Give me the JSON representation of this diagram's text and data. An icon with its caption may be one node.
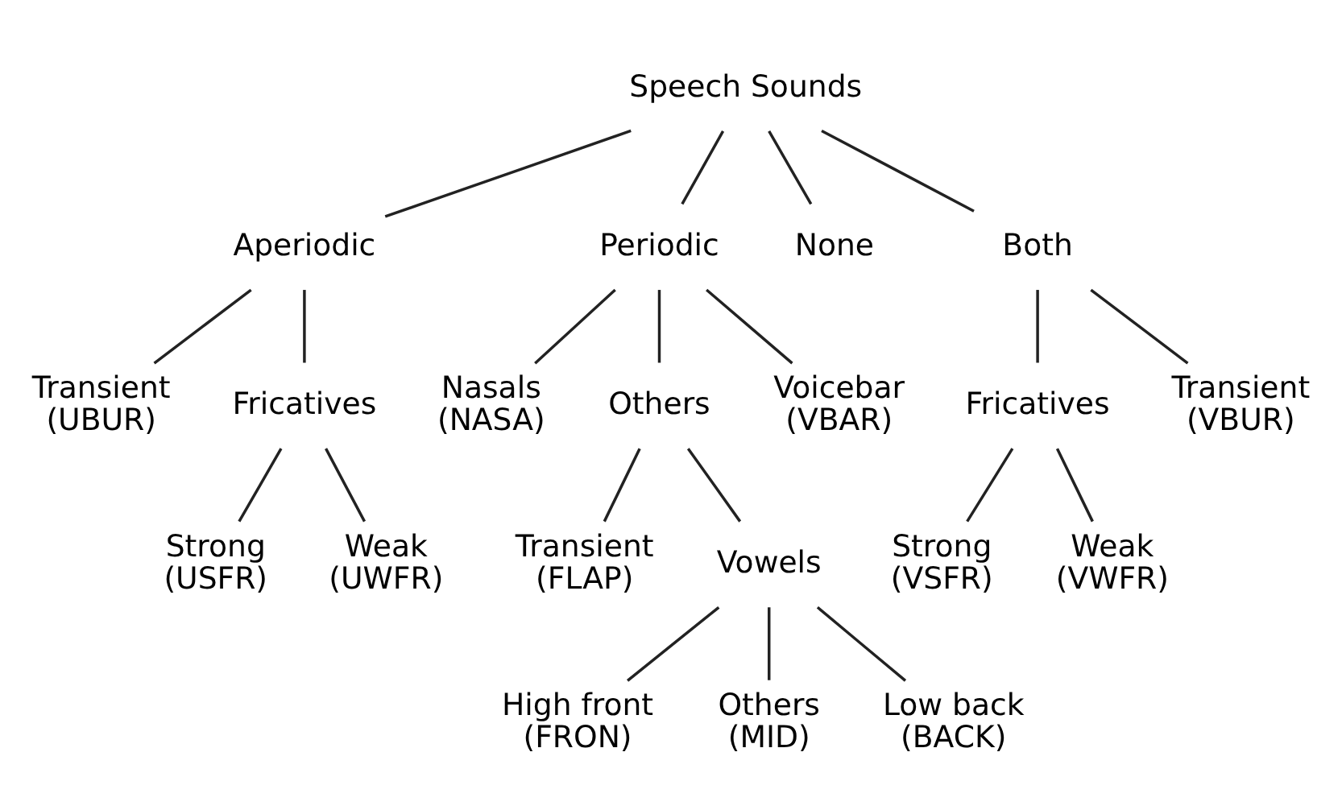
{
  "diagram": {
    "nodes": [
      {
        "text": [
          "Speech Sounds"
        ]
      },
      {
        "text": [
          "Aperiodic"
        ]
      },
      {
        "text": [
          "Periodic"
        ]
      },
      {
        "text": [
          "None"
        ]
      },
      {
        "text": [
          "Both"
        ]
      },
      {
        "text": [
          "Transient",
          "(UBUR)"
        ]
      },
      {
        "text": [
          "Fricatives"
        ]
      },
      {
        "text": [
          "Strong",
          "(USFR)"
        ]
      },
      {
        "text": [
          "Weak",
          "(UWFR)"
        ]
      },
      {
        "text": [
          "Nasals",
          "(NASA)"
        ]
      },
      {
        "text": [
          "Others"
        ]
      },
      {
        "text": [
          "Voicebar",
          "(VBAR)"
        ]
      },
      {
        "text": [
          "Transient",
          "(FLAP)"
        ]
      },
      {
        "text": [
          "Vowels"
        ]
      },
      {
        "text": [
          "High front",
          "(FRON)"
        ]
      },
      {
        "text": [
          "Others",
          "(MID)"
        ]
      },
      {
        "text": [
          "Low back",
          "(BACK)"
        ]
      },
      {
        "text": [
          "Fricatives"
        ]
      },
      {
        "text": [
          "Transient",
          "(VBUR)"
        ]
      },
      {
        "text": [
          "Strong",
          "(VSFR)"
        ]
      },
      {
        "text": [
          "Weak",
          "(VWFR)"
        ]
      }
    ],
    "edges": [
      {
        "from": 0,
        "to": 1,
        "arrow": "none"
      },
      {
        "from": 0,
        "to": 2,
        "arrow": "none"
      },
      {
        "from": 0,
        "to": 3,
        "arrow": "none"
      },
      {
        "from": 0,
        "to": 4,
        "arrow": "none"
      },
      {
        "from": 1,
        "to": 5,
        "arrow": "none"
      },
      {
        "from": 1,
        "to": 6,
        "arrow": "none"
      },
      {
        "from": 6,
        "to": 7,
        "arrow": "none"
      },
      {
        "from": 6,
        "to": 8,
        "arrow": "none"
      },
      {
        "from": 2,
        "to": 9,
        "arrow": "none"
      },
      {
        "from": 2,
        "to": 10,
        "arrow": "none"
      },
      {
        "from": 2,
        "to": 11,
        "arrow": "none"
      },
      {
        "from": 10,
        "to": 12,
        "arrow": "none"
      },
      {
        "from": 10,
        "to": 13,
        "arrow": "none"
      },
      {
        "from": 13,
        "to": 14,
        "arrow": "none"
      },
      {
        "from": 13,
        "to": 15,
        "arrow": "none"
      },
      {
        "from": 13,
        "to": 16,
        "arrow": "none"
      },
      {
        "from": 4,
        "to": 17,
        "arrow": "none"
      },
      {
        "from": 4,
        "to": 18,
        "arrow": "none"
      },
      {
        "from": 17,
        "to": 19,
        "arrow": "none"
      },
      {
        "from": 17,
        "to": 20,
        "arrow": "none"
      }
    ]
  }
}
